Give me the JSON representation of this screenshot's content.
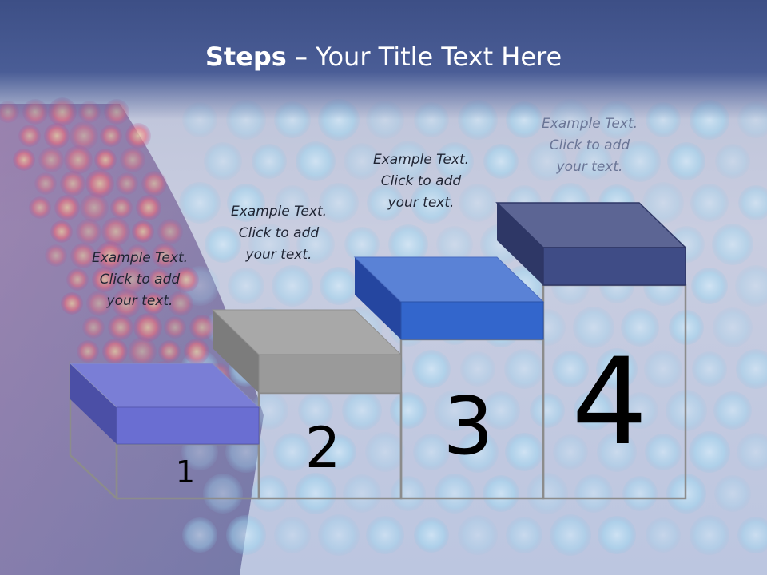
{
  "title": {
    "bold": "Steps",
    "rest": " – Your Title Text Here"
  },
  "steps": [
    {
      "number": "1",
      "caption": [
        "Example Text.",
        "Click  to add",
        "your text."
      ],
      "color": "#6b6fd0"
    },
    {
      "number": "2",
      "caption": [
        "Example Text.",
        "Click  to add",
        "your text."
      ],
      "color": "#9a9a9a"
    },
    {
      "number": "3",
      "caption": [
        "Example Text.",
        "Click  to add",
        "your text."
      ],
      "color": "#3a66c8"
    },
    {
      "number": "4",
      "caption": [
        "Example Text.",
        "Click  to add",
        "your text."
      ],
      "color": "#3f4c86"
    }
  ]
}
